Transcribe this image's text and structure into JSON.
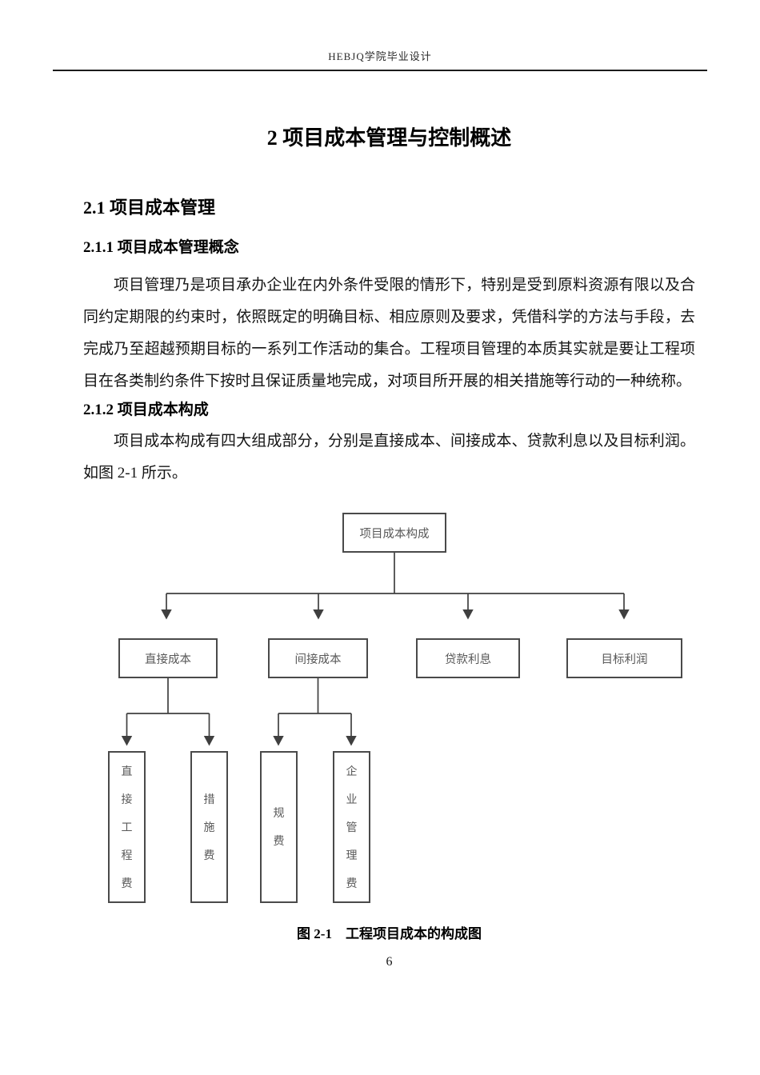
{
  "document": {
    "header": "HEBJQ学院毕业设计",
    "chapter_title": "2 项目成本管理与控制概述",
    "section_2_1": "2.1 项目成本管理",
    "section_2_1_1": "2.1.1 项目成本管理概念",
    "paragraph_1": "项目管理乃是项目承办企业在内外条件受限的情形下，特别是受到原料资源有限以及合同约定期限的约束时，依照既定的明确目标、相应原则及要求，凭借科学的方法与手段，去完成乃至超越预期目标的一系列工作活动的集合。工程项目管理的本质其实就是要让工程项目在各类制约条件下按时且保证质量地完成，对项目所开展的相关措施等行动的一种统称。",
    "section_2_1_2": "2.1.2 项目成本构成",
    "paragraph_2": "项目成本构成有四大组成部分，分别是直接成本、间接成本、贷款利息以及目标利润。如图 2-1 所示。",
    "page_number": "6"
  },
  "figure": {
    "caption": "图 2-1　工程项目成本的构成图",
    "root": "项目成本构成",
    "level1": [
      "直接成本",
      "间接成本",
      "贷款利息",
      "目标利润"
    ],
    "level2_direct": [
      "直接工程费",
      "措施费"
    ],
    "level2_indirect": [
      "规费",
      "企业管理费"
    ],
    "colors": {
      "box_border": "#4a4a4a",
      "connector_line": "#3f3f3f",
      "node_text": "#595959"
    }
  }
}
